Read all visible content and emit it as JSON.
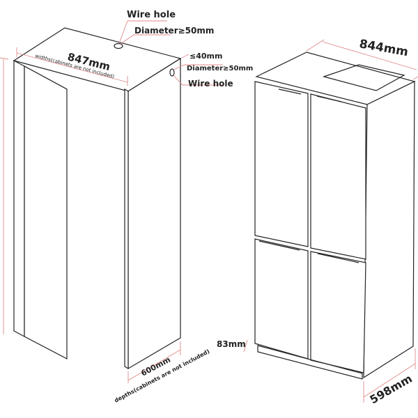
{
  "cabinet": {
    "top_wire_hole": {
      "title": "Wire hole",
      "diameter": "Diameter≥50mm"
    },
    "side_wire_hole": {
      "gap": "≤40mm",
      "diameter": "Diameter≥50mm",
      "title": "Wire hole"
    },
    "width": {
      "value": "847mm",
      "note": "widths(cabinets are not included)"
    },
    "depth": {
      "value": "600mm",
      "note": "depths(cabinets are not included)"
    }
  },
  "fridge": {
    "width": "844mm",
    "depth": "598mm",
    "base_height": "83mm"
  },
  "colors": {
    "line": "#222222",
    "dimension": "#e08a8a"
  }
}
